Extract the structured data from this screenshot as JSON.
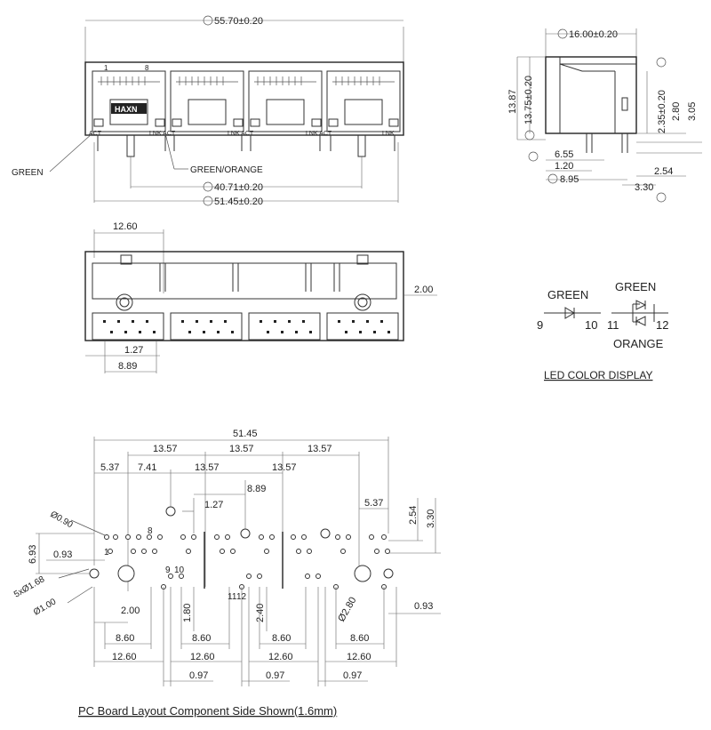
{
  "front_view": {
    "overall_width": "55.70±0.20",
    "port_numbers": [
      "1",
      "8"
    ],
    "brand_label": "HAXN",
    "led_labels": [
      "ACT",
      "LNK ACT",
      "LNK ACT",
      "LNK ACT",
      "LNK"
    ],
    "callout_green": "GREEN",
    "callout_green_orange": "GREEN/ORANGE",
    "dim_inner": "40.71±0.20",
    "dim_outer": "51.45±0.20"
  },
  "side_view": {
    "depth": "16.00±0.20",
    "height_total": "13.87",
    "height_body": "13.75±0.20",
    "dim_235": "2.35±0.20",
    "dim_280": "2.80",
    "dim_305": "3.05",
    "dim_655": "6.55",
    "dim_120": "1.20",
    "dim_895": "8.95",
    "dim_254": "2.54",
    "dim_330": "3.30"
  },
  "bottom_view": {
    "dim_1260": "12.60",
    "dim_200": "2.00",
    "dim_127": "1.27",
    "dim_889": "8.89"
  },
  "led_display": {
    "left_color": "GREEN",
    "left_pins": [
      "9",
      "10"
    ],
    "right_top_color": "GREEN",
    "right_bottom_color": "ORANGE",
    "right_pins": [
      "11",
      "12"
    ],
    "title": "LED COLOR DISPLAY"
  },
  "pcb_layout": {
    "top_total": "51.45",
    "pitch_labels": [
      "13.57",
      "13.57",
      "13.57"
    ],
    "pitch_labels_2": [
      "13.57",
      "13.57"
    ],
    "dim_537_left": "5.37",
    "dim_741": "7.41",
    "dim_889": "8.89",
    "dim_127": "1.27",
    "dim_537_right": "5.37",
    "dim_254": "2.54",
    "dim_330": "3.30",
    "dim_090": "Ø0.90",
    "dim_693": "6.93",
    "dim_093_left": "0.93",
    "dim_5x168": "5xØ1.68",
    "dim_100": "Ø1.00",
    "dim_200": "2.00",
    "dim_180": "1.80",
    "dim_240": "2.40",
    "dim_280": "Ø2.80",
    "dim_093_right": "0.93",
    "dim_860": [
      "8.60",
      "8.60",
      "8.60",
      "8.60"
    ],
    "dim_1260": [
      "12.60",
      "12.60",
      "12.60",
      "12.60"
    ],
    "dim_097": [
      "0.97",
      "0.97",
      "0.97"
    ],
    "pin_labels": [
      "1",
      "8",
      "9",
      "10",
      "11",
      "12"
    ],
    "caption": "PC Board Layout Component Side Shown(1.6mm)"
  }
}
